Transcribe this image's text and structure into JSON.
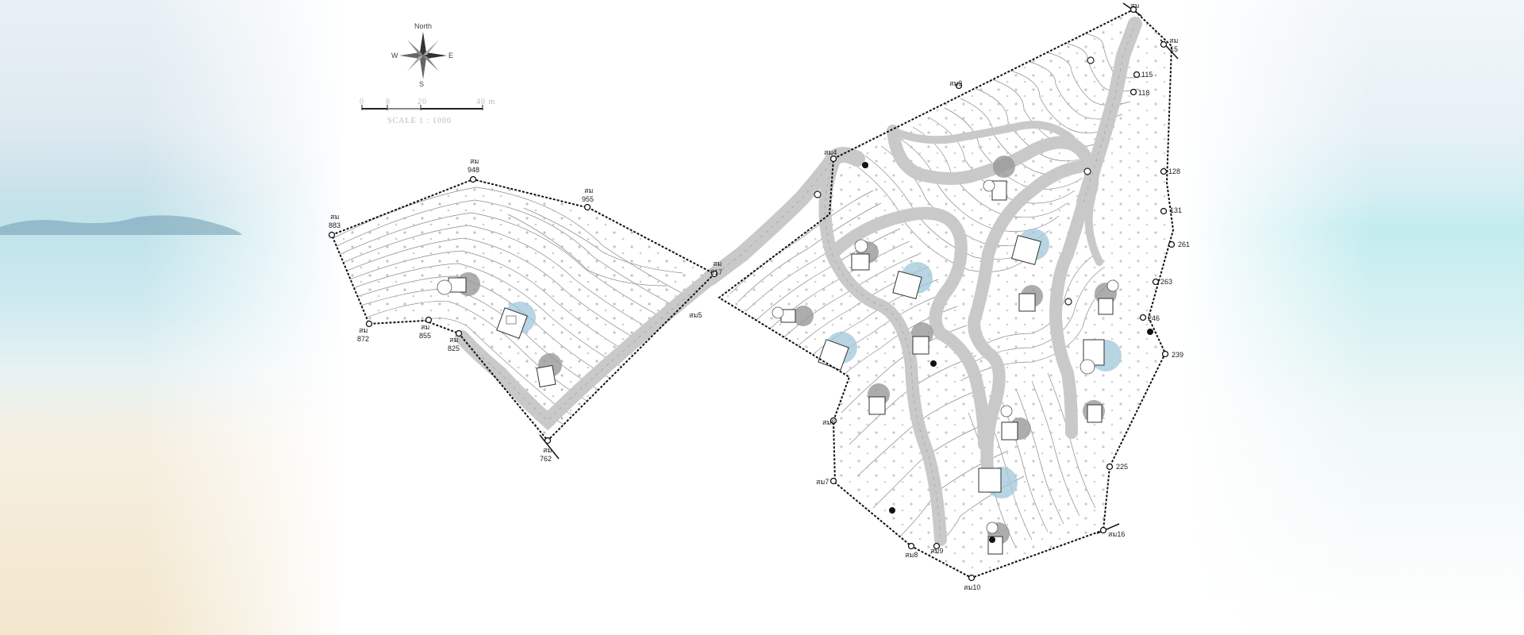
{
  "compass": {
    "north": "North",
    "west": "W",
    "east": "E",
    "south": "S"
  },
  "scale": {
    "ticks": [
      "0",
      "8",
      "20",
      "40 m"
    ],
    "label": "SCALE 1 : 1000"
  },
  "markers": {
    "m_883": {
      "line1": "สม",
      "line2": "883"
    },
    "m_948": {
      "line1": "สม",
      "line2": "948"
    },
    "m_955": {
      "line1": "สม",
      "line2": "955"
    },
    "m_872": {
      "line1": "สม",
      "line2": "872"
    },
    "m_855": {
      "line1": "สม",
      "line2": "855"
    },
    "m_825": {
      "line1": "สม",
      "line2": "825"
    },
    "m_617": {
      "line1": "สม",
      "line2": "617"
    },
    "m_762": {
      "line1": "สม",
      "line2": "762"
    },
    "m_s5": {
      "line1": "สม5"
    },
    "m_s4": {
      "line1": "สม4"
    },
    "m_s3": {
      "line1": "สม3"
    },
    "m_s1": {
      "line1": "สม"
    },
    "m_15": {
      "line1": "สม",
      "line2": "15"
    },
    "m_115": {
      "line1": "115"
    },
    "m_118": {
      "line1": "118"
    },
    "m_128": {
      "line1": "128"
    },
    "m_131": {
      "line1": "131"
    },
    "m_261": {
      "line1": "261"
    },
    "m_263": {
      "line1": "263"
    },
    "m_246": {
      "line1": "246"
    },
    "m_239": {
      "line1": "239"
    },
    "m_225": {
      "line1": "225"
    },
    "m_s16": {
      "line1": "สม16"
    },
    "m_s10": {
      "line1": "สม10"
    },
    "m_s9": {
      "line1": "สม9"
    },
    "m_s8": {
      "line1": "สม8"
    },
    "m_s7": {
      "line1": "สม7"
    },
    "m_s6": {
      "line1": "สม6"
    }
  },
  "colors": {
    "road": "#c9c9c9",
    "contour": "#8a8a8a",
    "boundary": "#111111",
    "pool": "#9fc7d8",
    "sea": "#bfe3ea",
    "sand": "#f2e6cc"
  }
}
